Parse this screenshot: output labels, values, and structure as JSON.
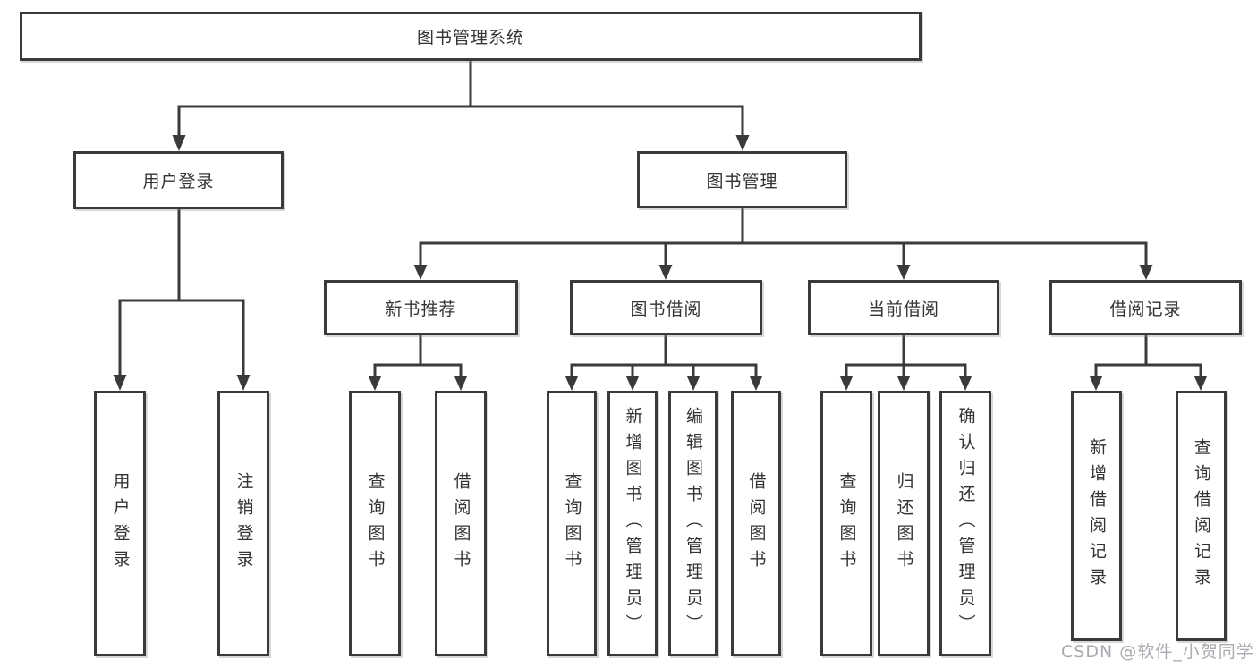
{
  "colors": {
    "line": "#3a3a3a",
    "box_border": "#3a3a3a",
    "box_fill": "#ffffff",
    "text": "#333333",
    "watermark": "#a9a9b0"
  },
  "watermark": "CSDN @软件_小贺同学",
  "tree": {
    "root": {
      "label": "图书管理系统"
    },
    "user_login": {
      "label": "用户登录",
      "children": [
        {
          "label": "用户登录"
        },
        {
          "label": "注销登录"
        }
      ]
    },
    "book_management": {
      "label": "图书管理",
      "children": [
        {
          "label": "新书推荐",
          "children": [
            {
              "label": "查询图书"
            },
            {
              "label": "借阅图书"
            }
          ]
        },
        {
          "label": "图书借阅",
          "children": [
            {
              "label": "查询图书"
            },
            {
              "label": "新增图书（管理员）"
            },
            {
              "label": "编辑图书（管理员）"
            },
            {
              "label": "借阅图书"
            }
          ]
        },
        {
          "label": "当前借阅",
          "children": [
            {
              "label": "查询图书"
            },
            {
              "label": "归还图书"
            },
            {
              "label": "确认归还（管理员）"
            }
          ]
        },
        {
          "label": "借阅记录",
          "children": [
            {
              "label": "新增借阅记录"
            },
            {
              "label": "查询借阅记录"
            }
          ]
        }
      ]
    }
  }
}
